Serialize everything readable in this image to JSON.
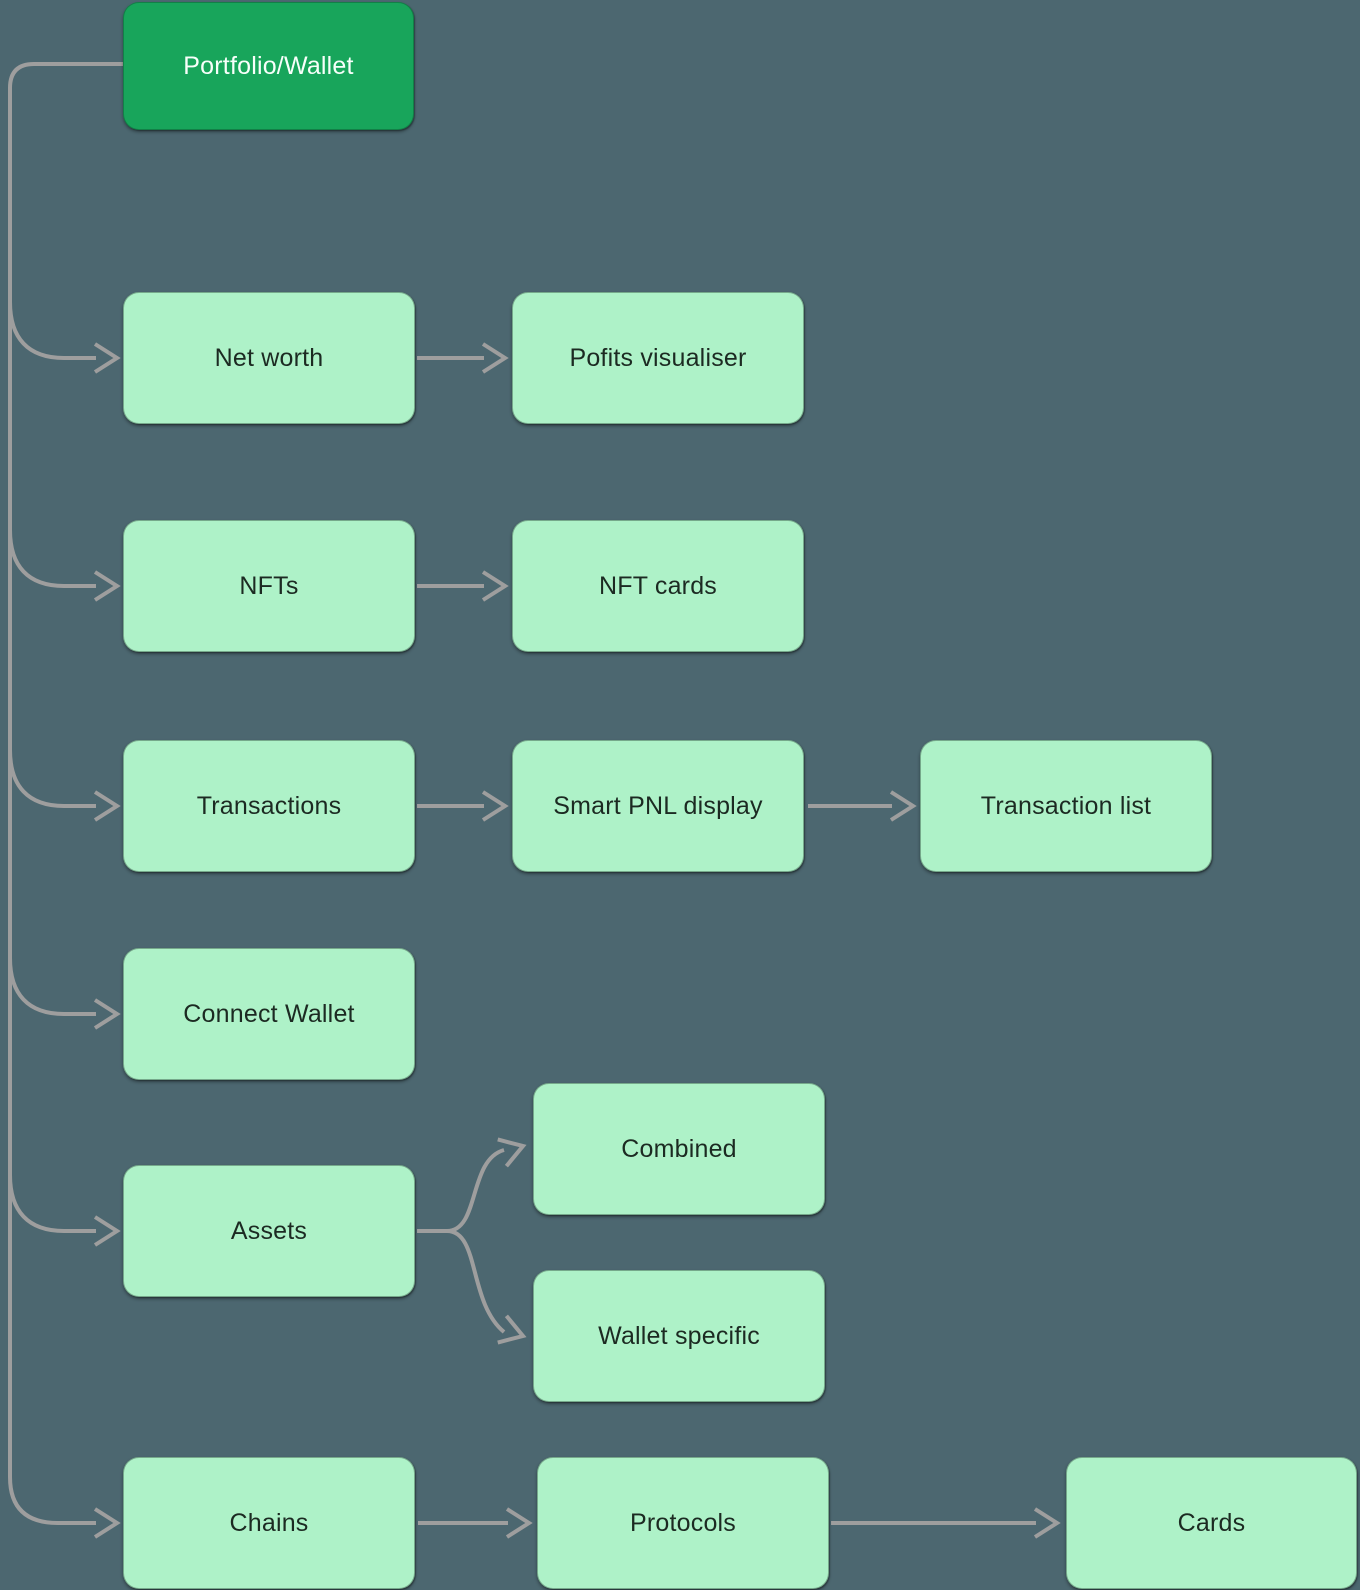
{
  "diagram": {
    "nodes": {
      "portfolio_wallet": {
        "label": "Portfolio/Wallet",
        "type": "primary"
      },
      "net_worth": {
        "label": "Net worth",
        "type": "secondary"
      },
      "pofits_visualiser": {
        "label": "Pofits visualiser",
        "type": "secondary"
      },
      "nfts": {
        "label": "NFTs",
        "type": "secondary"
      },
      "nft_cards": {
        "label": "NFT cards",
        "type": "secondary"
      },
      "transactions": {
        "label": "Transactions",
        "type": "secondary"
      },
      "smart_pnl_display": {
        "label": "Smart PNL display",
        "type": "secondary"
      },
      "transaction_list": {
        "label": "Transaction list",
        "type": "secondary"
      },
      "connect_wallet": {
        "label": "Connect Wallet",
        "type": "secondary"
      },
      "assets": {
        "label": "Assets",
        "type": "secondary"
      },
      "combined": {
        "label": "Combined",
        "type": "secondary"
      },
      "wallet_specific": {
        "label": "Wallet specific",
        "type": "secondary"
      },
      "chains": {
        "label": "Chains",
        "type": "secondary"
      },
      "protocols": {
        "label": "Protocols",
        "type": "secondary"
      },
      "cards": {
        "label": "Cards",
        "type": "secondary"
      }
    },
    "edges": [
      {
        "from": "portfolio_wallet",
        "to": "net_worth"
      },
      {
        "from": "portfolio_wallet",
        "to": "nfts"
      },
      {
        "from": "portfolio_wallet",
        "to": "transactions"
      },
      {
        "from": "portfolio_wallet",
        "to": "connect_wallet"
      },
      {
        "from": "portfolio_wallet",
        "to": "assets"
      },
      {
        "from": "portfolio_wallet",
        "to": "chains"
      },
      {
        "from": "net_worth",
        "to": "pofits_visualiser"
      },
      {
        "from": "nfts",
        "to": "nft_cards"
      },
      {
        "from": "transactions",
        "to": "smart_pnl_display"
      },
      {
        "from": "smart_pnl_display",
        "to": "transaction_list"
      },
      {
        "from": "assets",
        "to": "combined"
      },
      {
        "from": "assets",
        "to": "wallet_specific"
      },
      {
        "from": "chains",
        "to": "protocols"
      },
      {
        "from": "protocols",
        "to": "cards"
      }
    ],
    "colors": {
      "background": "#4c6770",
      "primary": "#18a55b",
      "secondary": "#aef2c8",
      "text_dark": "#1c2a22",
      "text_light": "#f7fffa",
      "connector": "#9e9e9e"
    }
  }
}
